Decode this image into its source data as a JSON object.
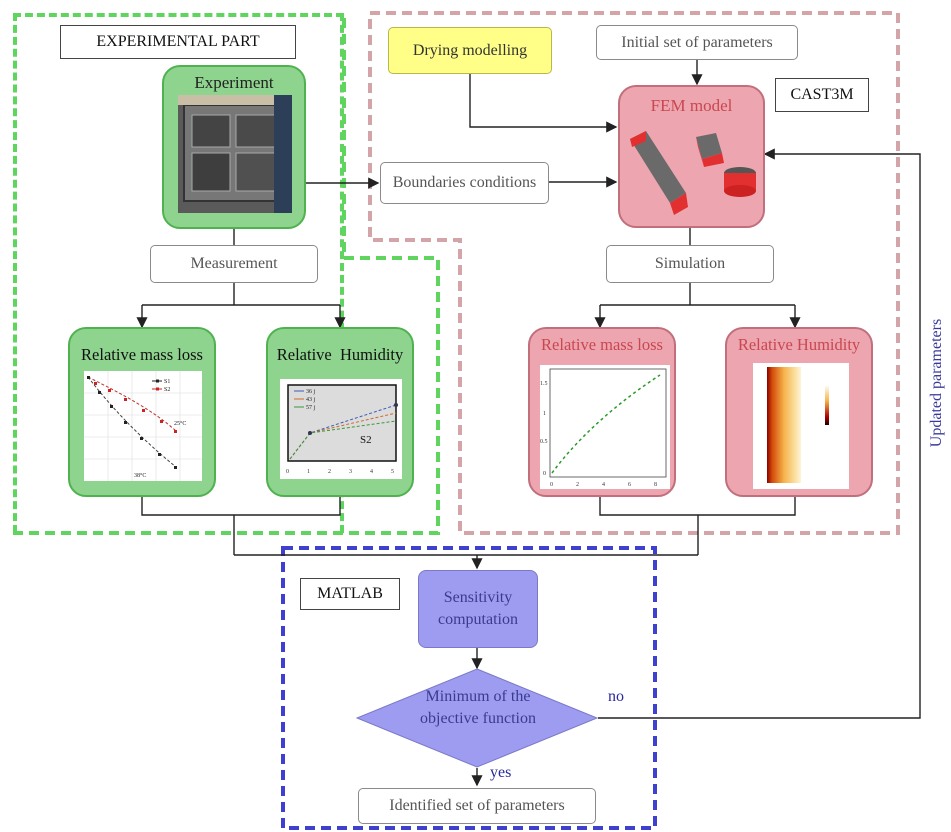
{
  "frames": {
    "experimental_label": "EXPERIMENTAL PART",
    "cast3m_label": "CAST3M",
    "matlab_label": "MATLAB"
  },
  "experimental": {
    "experiment_title": "Experiment",
    "measurement": "Measurement",
    "mass_loss_title": "Relative mass loss",
    "humidity_title": "Relative  Humidity",
    "mass_plot": {
      "legend": [
        "S1",
        "S2"
      ],
      "annotations": [
        "25°C",
        "38°C"
      ]
    },
    "humidity_plot": {
      "legend": [
        "36 j",
        "43 j",
        "57 j"
      ],
      "annotation": "S2",
      "x_ticks": [
        "0",
        "1",
        "2",
        "3",
        "4",
        "5"
      ]
    }
  },
  "boundaries": "Boundaries conditions",
  "cast3m": {
    "drying_modelling": "Drying modelling",
    "initial_params": "Initial set of parameters",
    "fem_model": "FEM model",
    "simulation": "Simulation",
    "mass_loss_title": "Relative mass loss",
    "humidity_title": "Relative Humidity",
    "sim_plot": {
      "y_ticks": [
        "0",
        "0.5",
        "1",
        "1.5"
      ],
      "x_ticks": [
        "0",
        "2",
        "4",
        "6",
        "8"
      ]
    }
  },
  "matlab": {
    "sensitivity": "Sensitivity computation",
    "decision": "Minimum of the objective function",
    "no_label": "no",
    "yes_label": "yes",
    "identified": "Identified set of parameters"
  },
  "updated_parameters": "Updated parameters",
  "colors": {
    "green_frame": "#5fd45f",
    "pink_frame": "#d4a5a8",
    "blue_frame": "#3f3fd0",
    "green_card": "#8ed48e",
    "pink_card": "#eda6b0",
    "yellow_box": "#ffff88",
    "purple_box": "#9d9cf0"
  }
}
